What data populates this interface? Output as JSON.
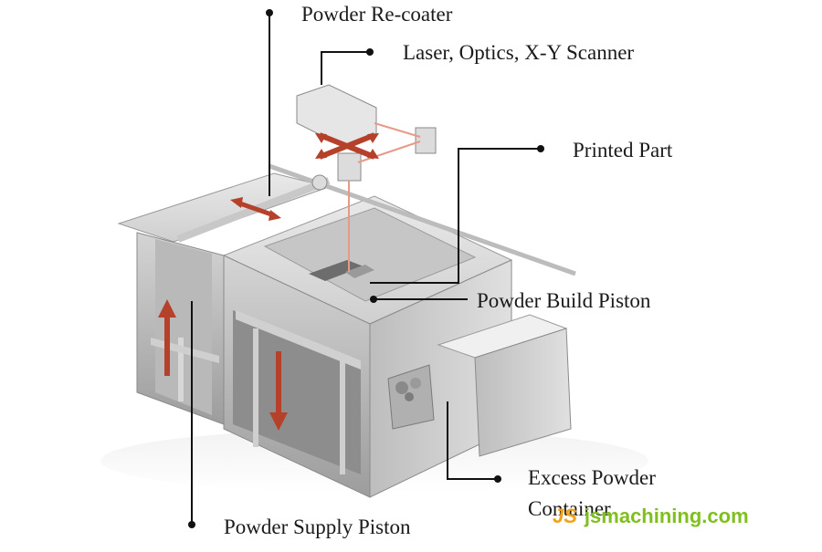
{
  "labels": {
    "powder_recoater": "Powder Re-coater",
    "laser_optics": "Laser, Optics, X-Y Scanner",
    "printed_part": "Printed Part",
    "powder_build_piston": "Powder Build Piston",
    "excess_powder_line1": "Excess Powder",
    "excess_powder_line2": "Container",
    "powder_supply_piston": "Powder Supply Piston"
  },
  "watermark": {
    "logo": "JS",
    "site": "jsmachining.com"
  },
  "colors": {
    "machine_body": "#d9d9d9",
    "machine_shadow": "#a8a8a8",
    "laser_beam": "#e89a8a",
    "arrow_accent": "#b5412a",
    "leader_line": "#111111",
    "watermark_green": "#7fbf1e",
    "watermark_orange": "#f0a21a"
  }
}
